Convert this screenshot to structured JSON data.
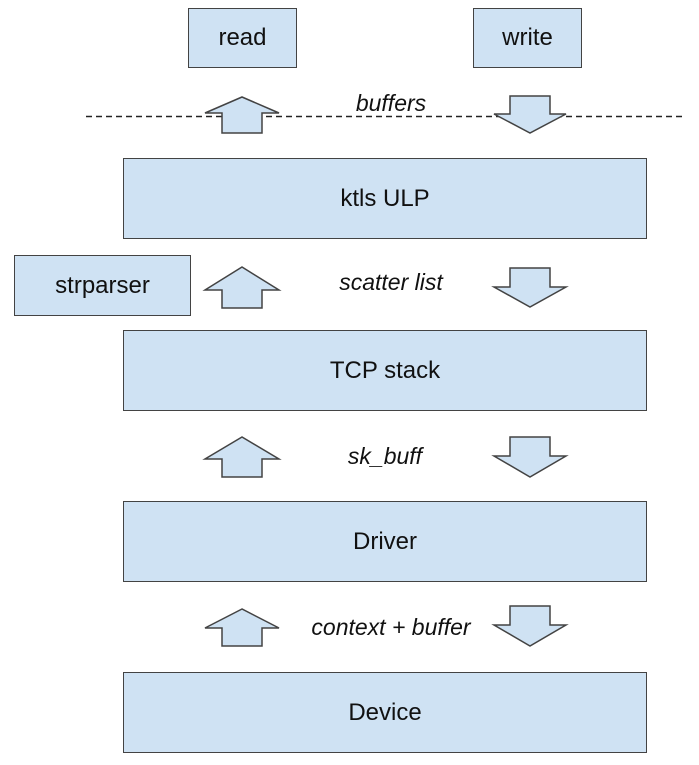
{
  "diagram": {
    "top_boxes": {
      "read": "read",
      "write": "write"
    },
    "layers": {
      "ktls_ulp": "ktls ULP",
      "strparser": "strparser",
      "tcp_stack": "TCP stack",
      "driver": "Driver",
      "device": "Device"
    },
    "interfaces": {
      "buffers": "buffers",
      "scatter_list": "scatter list",
      "sk_buff": "sk_buff",
      "context_buffer": "context + buffer"
    },
    "colors": {
      "box_fill": "#cfe2f3",
      "box_border": "#434343",
      "arrow_fill": "#cfe2f3",
      "arrow_stroke": "#434343",
      "divider": "#222222"
    }
  }
}
